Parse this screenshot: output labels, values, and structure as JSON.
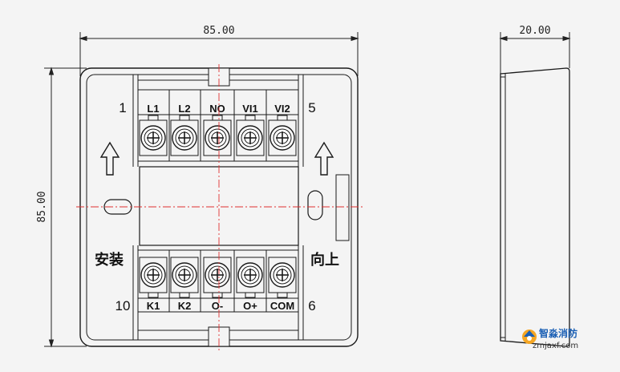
{
  "dimensions": {
    "front_width": "85.00",
    "front_height": "85.00",
    "side_depth": "20.00"
  },
  "terminals": {
    "top": [
      "L1",
      "L2",
      "NO",
      "VI1",
      "VI2"
    ],
    "bottom": [
      "K1",
      "K2",
      "O-",
      "O+",
      "COM"
    ]
  },
  "pin_numbers": {
    "top_left": "1",
    "top_right": "5",
    "bottom_left": "10",
    "bottom_right": "6"
  },
  "labels": {
    "left": "安装",
    "right": "向上"
  },
  "watermark": {
    "brand": "智淼消防",
    "url": "zmjaxf.com"
  },
  "colors": {
    "line": "#1a1a1a",
    "center_line": "#e03030",
    "background": "#f4f4f4"
  }
}
